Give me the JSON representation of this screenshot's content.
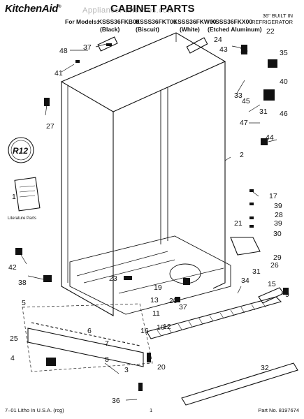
{
  "header": {
    "brand": "KitchenAid",
    "brand_mark": "®",
    "watermark": "AppliancePartsPros.com",
    "title": "CABINET PARTS",
    "models_prefix": "For Models:",
    "models": [
      {
        "model": "KSSS36FKB00",
        "variant": "(Black)"
      },
      {
        "model": "KSSS36FKT00",
        "variant": "(Biscuit)"
      },
      {
        "model": "KSSS36FKW00",
        "variant": "(White)"
      },
      {
        "model": "KSSS36FKX00",
        "variant": "(Etched Aluminum)"
      }
    ],
    "spec_line1": "36\" BUILT IN",
    "spec_line2": "REFRIGERATOR"
  },
  "literature_label": "Literature Parts",
  "stamp_text": "R12",
  "callouts": [
    "1",
    "2",
    "3",
    "4",
    "5",
    "6",
    "7",
    "8",
    "9",
    "10",
    "11",
    "12",
    "13",
    "15",
    "16",
    "17",
    "18",
    "19",
    "20",
    "20",
    "21",
    "22",
    "23",
    "24",
    "25",
    "26",
    "27",
    "28",
    "29",
    "30",
    "31",
    "31",
    "32",
    "33",
    "34",
    "35",
    "36",
    "37",
    "37",
    "38",
    "39",
    "39",
    "40",
    "41",
    "42",
    "43",
    "44",
    "45",
    "46",
    "47",
    "48"
  ],
  "footer": {
    "left": "7–01 Litho In U.S.A. (rcg)",
    "center": "1",
    "right": "Part No. 8197674"
  },
  "colors": {
    "ink": "#111111",
    "watermark": "#b8b8b8"
  }
}
